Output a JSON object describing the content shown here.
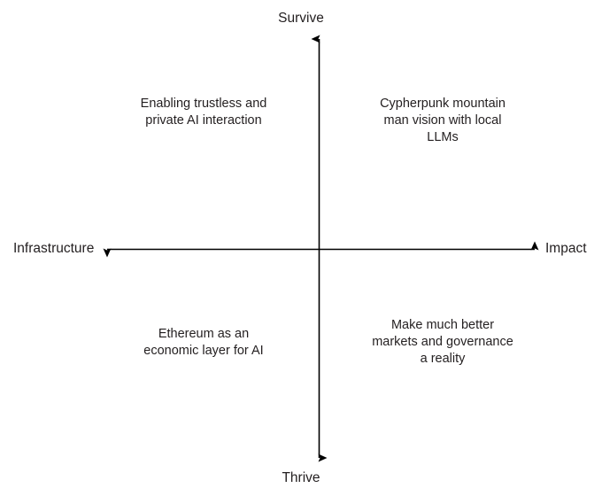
{
  "diagram": {
    "type": "quadrant-chart",
    "background_color": "#ffffff",
    "axis_color": "#000000",
    "text_color": "#231f20",
    "axes": {
      "vertical": {
        "top_label": "Survive",
        "bottom_label": "Thrive"
      },
      "horizontal": {
        "left_label": "Infrastructure",
        "right_label": "Impact"
      }
    },
    "quadrants": {
      "top_left": "Enabling trustless and private AI interaction",
      "top_right": "Cypherpunk mountain man vision with local LLMs",
      "bottom_left": "Ethereum as an economic layer for AI",
      "bottom_right": "Make much better markets and governance a reality"
    }
  }
}
